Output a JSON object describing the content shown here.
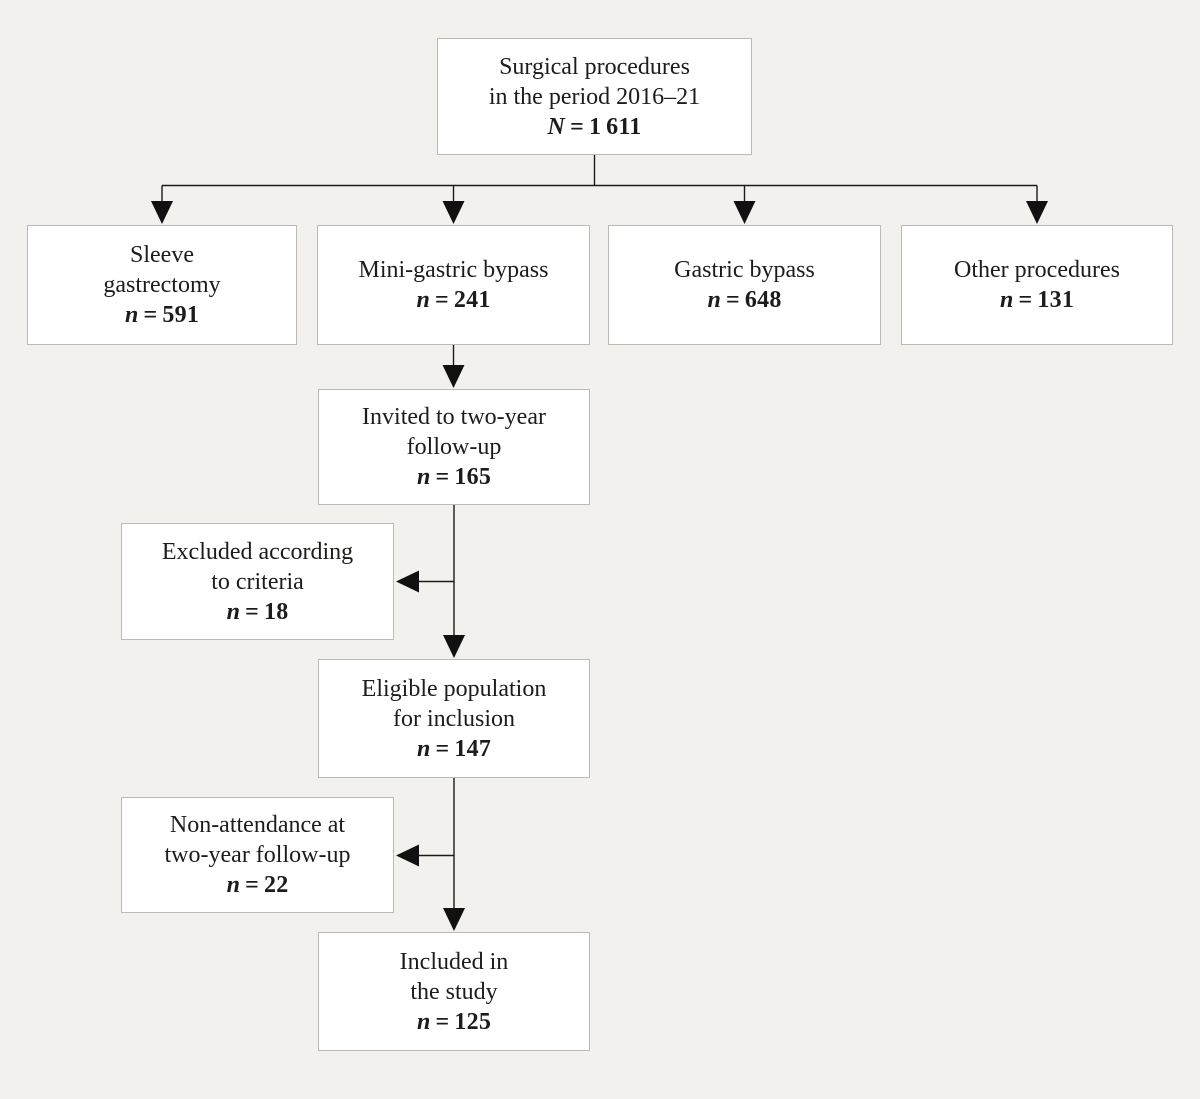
{
  "colors": {
    "background": "#f2f1ee",
    "box_fill": "#ffffff",
    "box_border": "#bdbab6",
    "line": "#1a1a1a",
    "arrowhead": "#111111",
    "text": "#1d1c1a"
  },
  "nodes": {
    "total": {
      "label": "Surgical procedures\nin the period 2016–21",
      "n_var": "N",
      "n_rest": " = 1 611"
    },
    "sleeve": {
      "label": "Sleeve\ngastrectomy",
      "n_var": "n",
      "n_rest": " = 591"
    },
    "mini": {
      "label": "Mini-gastric bypass",
      "n_var": "n",
      "n_rest": " = 241"
    },
    "gastric": {
      "label": "Gastric bypass",
      "n_var": "n",
      "n_rest": " = 648"
    },
    "other": {
      "label": "Other procedures",
      "n_var": "n",
      "n_rest": " = 131"
    },
    "invited": {
      "label": "Invited to two-year\nfollow-up",
      "n_var": "n",
      "n_rest": " = 165"
    },
    "excluded": {
      "label": "Excluded according\nto criteria",
      "n_var": "n",
      "n_rest": " = 18"
    },
    "eligible": {
      "label": "Eligible population\nfor inclusion",
      "n_var": "n",
      "n_rest": " = 147"
    },
    "nonattendance": {
      "label": "Non-attendance at\ntwo-year follow-up",
      "n_var": "n",
      "n_rest": " = 22"
    },
    "included": {
      "label": "Included in\nthe study",
      "n_var": "n",
      "n_rest": " = 125"
    }
  }
}
